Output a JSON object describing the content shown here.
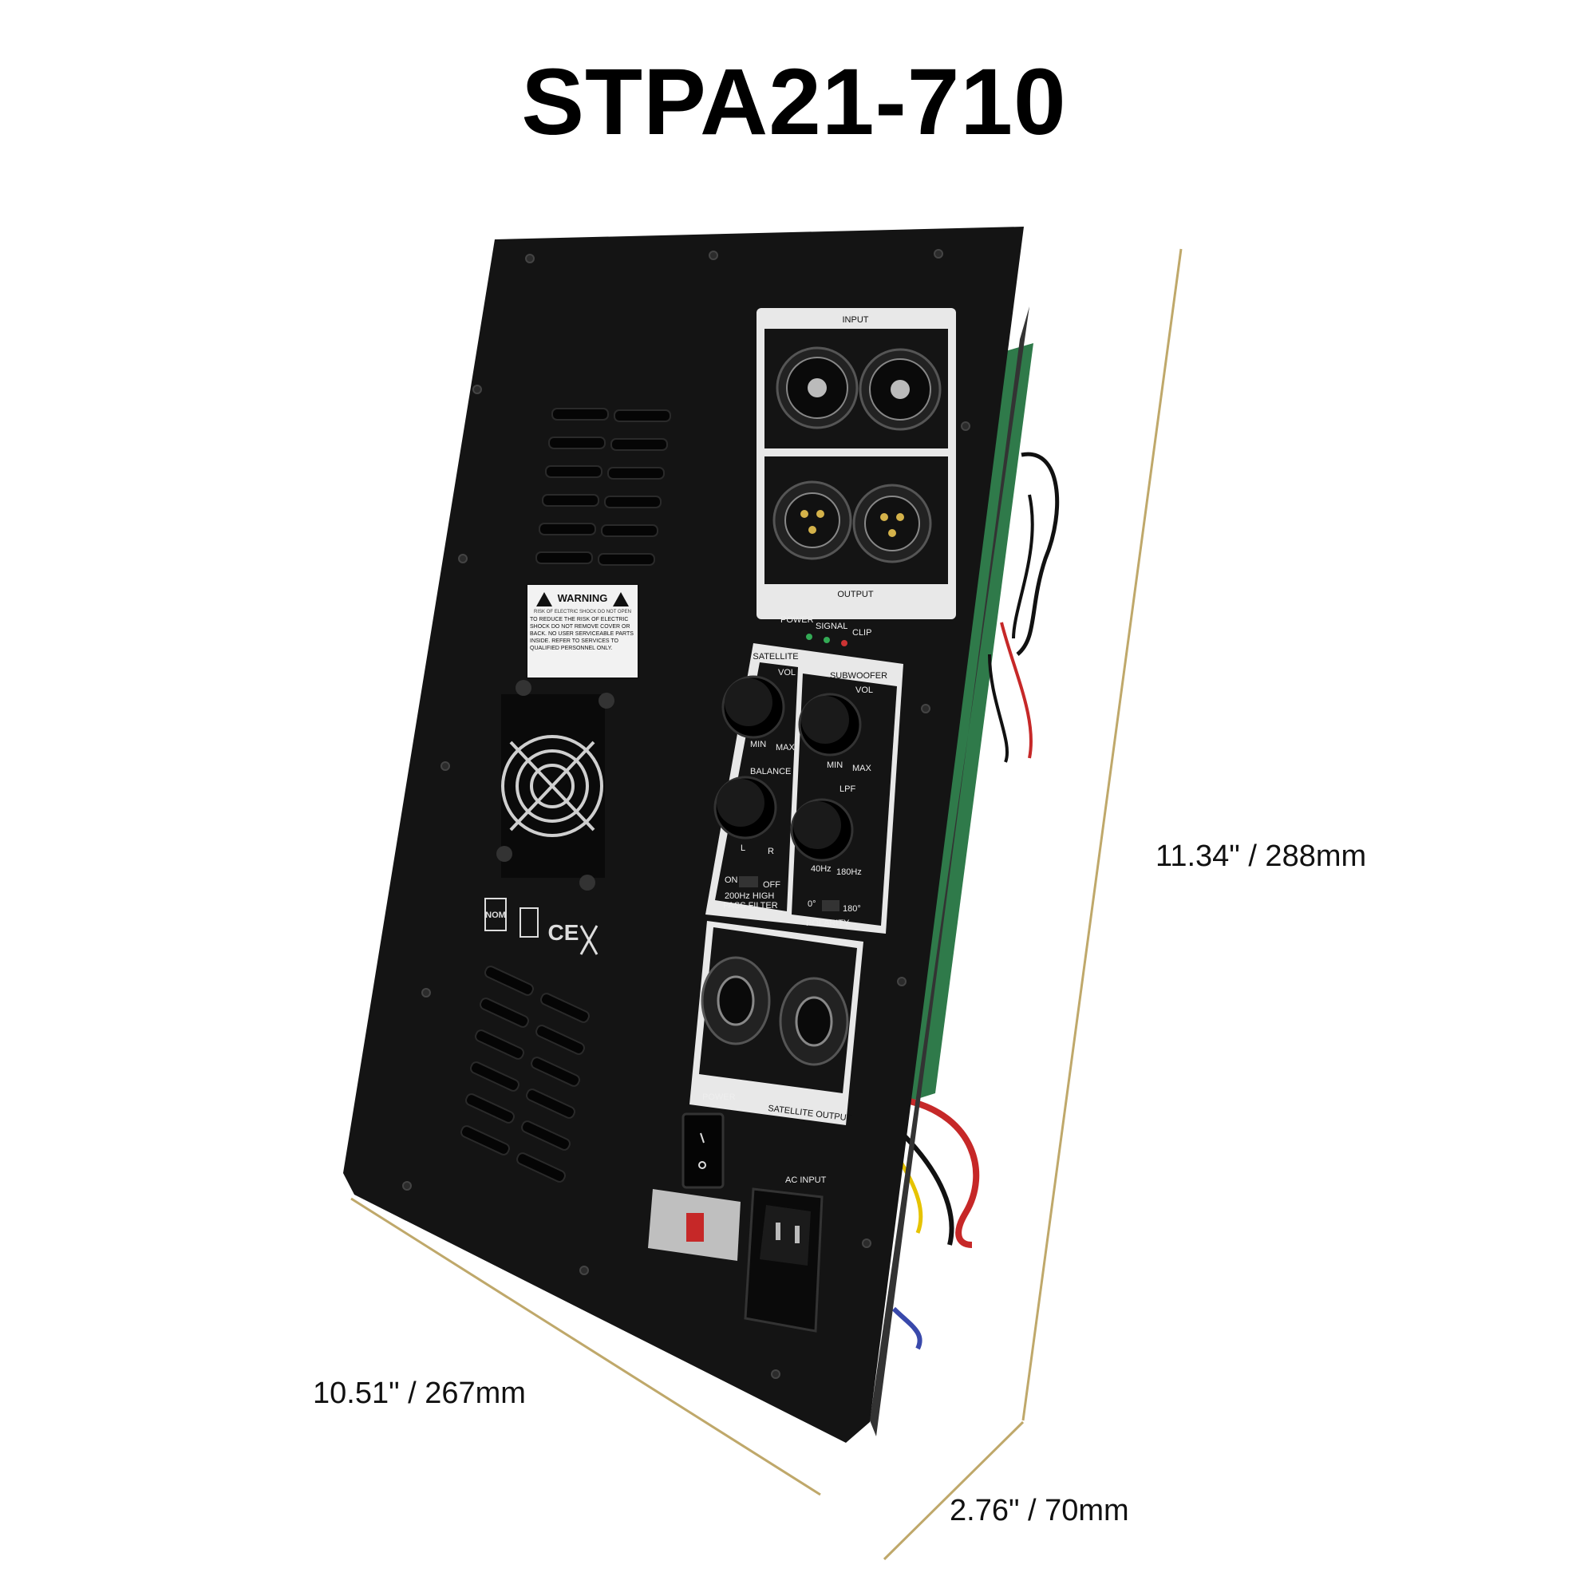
{
  "title": "STPA21-710",
  "dimensions": {
    "height": "11.34\" / 288mm",
    "width": "10.51\" / 267mm",
    "depth": "2.76\" / 70mm"
  },
  "panel_labels": {
    "input": "INPUT",
    "output": "OUTPUT",
    "leds": [
      "POWER",
      "SIGNAL",
      "CLIP"
    ],
    "satellite": "SATELLITE",
    "subwoofer": "SUBWOOFER",
    "vol": "VOL",
    "min": "MIN",
    "max": "MAX",
    "balance": "BALANCE",
    "lpf": "LPF",
    "left": "L",
    "right": "R",
    "hz40": "40Hz",
    "hz180": "180Hz",
    "on": "ON",
    "off": "OFF",
    "hpf_line1": "200Hz HIGH",
    "hpf_line2": "PASS FILTER",
    "deg0": "0°",
    "deg180": "180°",
    "polarity": "POLARITY",
    "satellite_output": "SATELLITE OUTPUT",
    "power": "POWER",
    "ac_input": "AC INPUT",
    "warning_title": "WARNING",
    "warning_sub": "RISK OF ELECTRIC SHOCK DO NOT OPEN",
    "warning_body": "TO REDUCE THE RISK OF ELECTRIC SHOCK DO NOT REMOVE COVER OR BACK. NO USER SERVICEABLE PARTS INSIDE. REFER TO SERVICES TO QUALIFIED PERSONNEL ONLY.",
    "marks": [
      "NOM",
      "CE"
    ]
  },
  "colors": {
    "panel": "#141414",
    "dimension_line": "#bfa86a",
    "label_plate": "#e8e8e8",
    "pcb": "#2f7a4a"
  }
}
